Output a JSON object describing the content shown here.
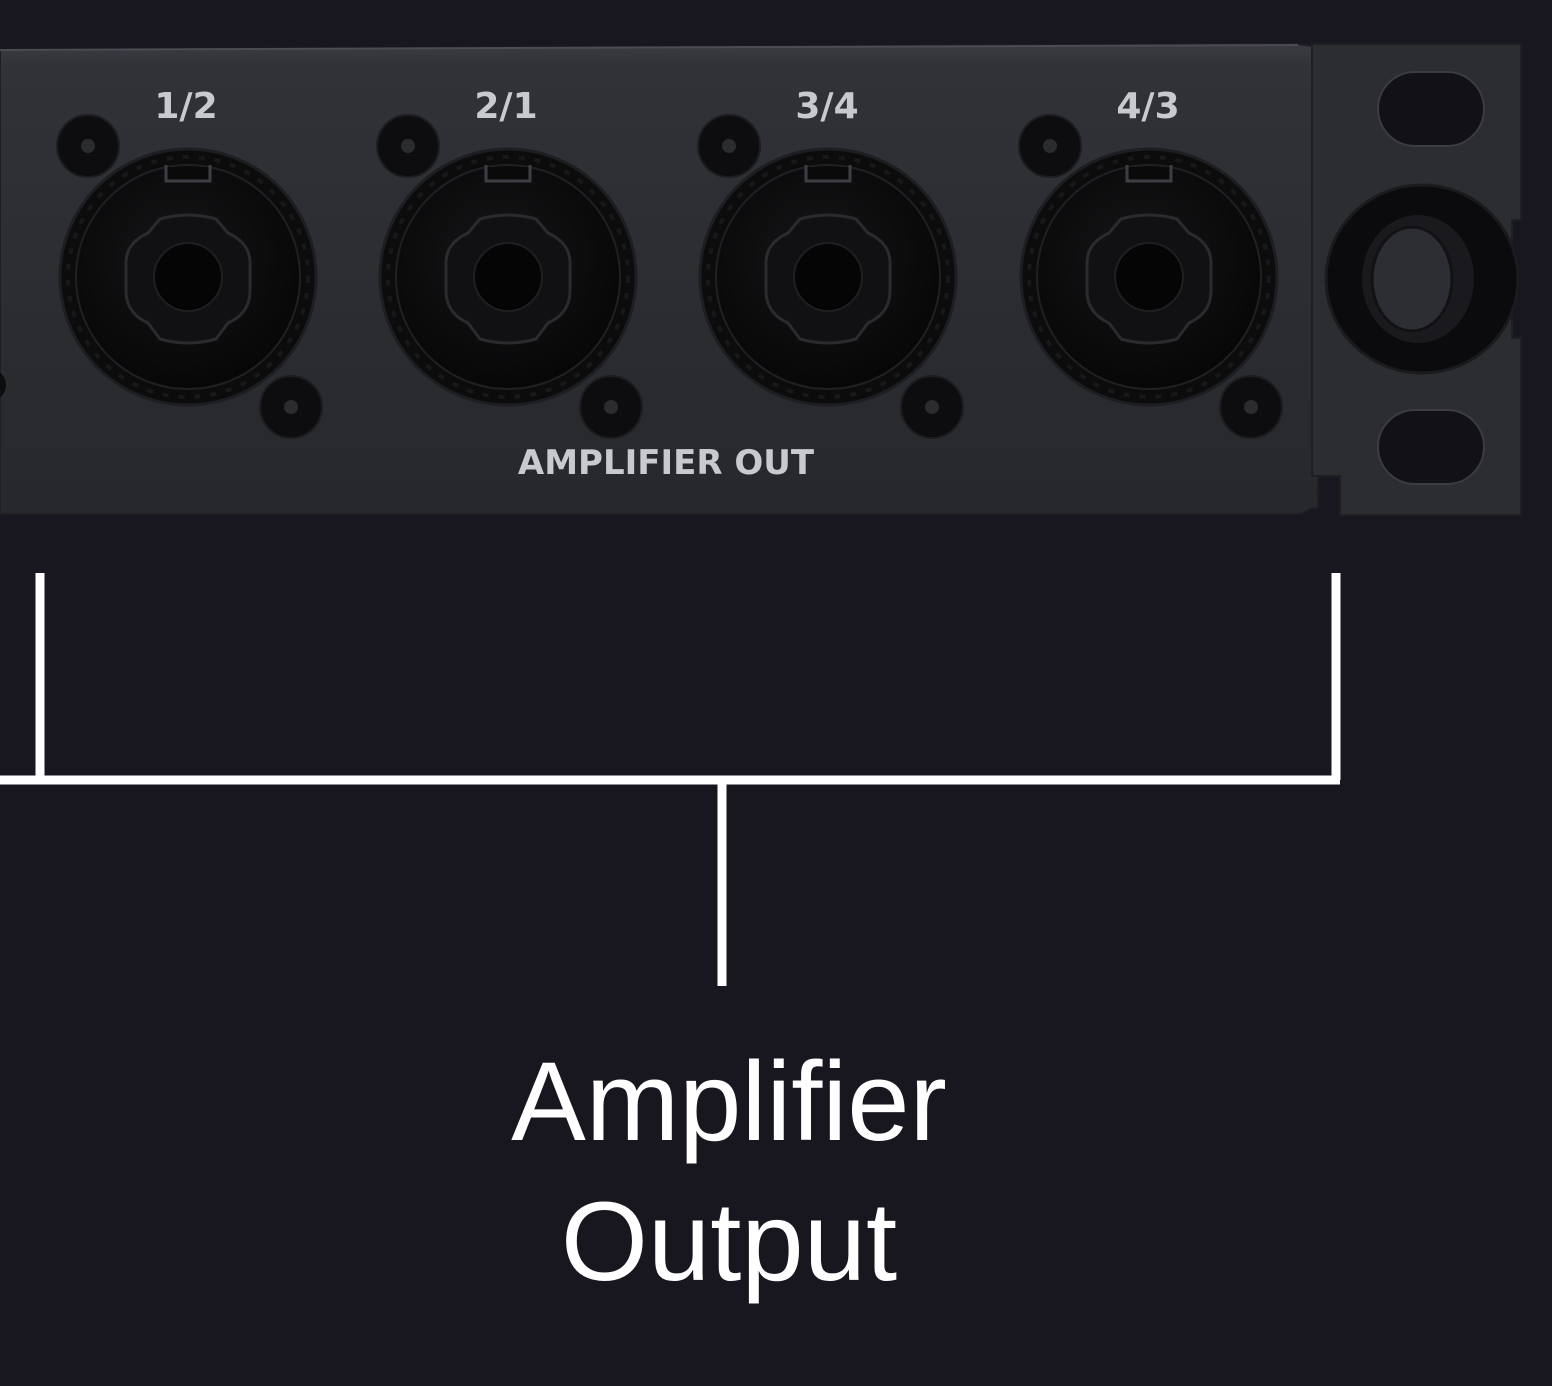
{
  "panel": {
    "connector_labels": [
      "1/2",
      "2/1",
      "3/4",
      "4/3"
    ],
    "section_label": "AMPLIFIER OUT"
  },
  "callout": {
    "line1": "Amplifier",
    "line2": "Output"
  },
  "colors": {
    "background": "#18161f",
    "panel": "#2c2e33",
    "panel_label": "#c9cacd",
    "bracket": "#ffffff",
    "callout_text": "#ffffff"
  },
  "icons": {
    "connector": "speakon-connector-icon",
    "rack_ear": "rack-mount-ear",
    "grommet": "cable-grommet-icon"
  }
}
